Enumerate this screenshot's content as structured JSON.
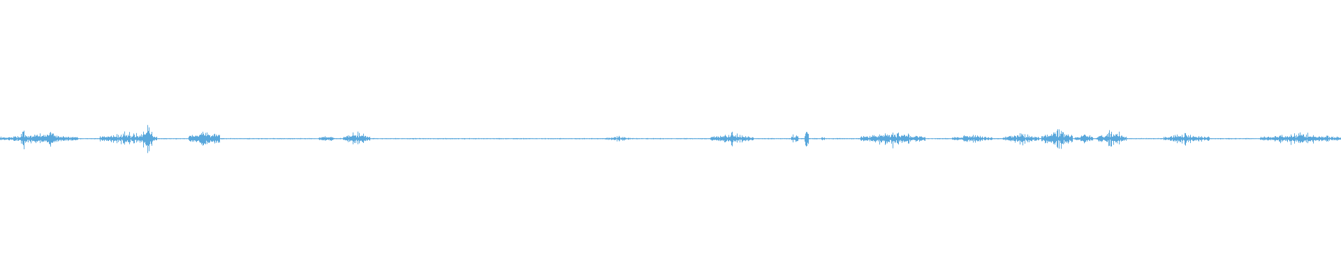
{
  "waveform": {
    "color": "#5aa8dc",
    "background": "#ffffff",
    "centerline_fraction": 0.497,
    "duration_fraction_segments": [
      {
        "start": 0.0,
        "end": 0.058,
        "peak": 0.03,
        "noise": 0.008
      },
      {
        "start": 0.016,
        "end": 0.02,
        "peak": 0.06,
        "noise": 0.02
      },
      {
        "start": 0.036,
        "end": 0.041,
        "peak": 0.06,
        "noise": 0.02
      },
      {
        "start": 0.074,
        "end": 0.117,
        "peak": 0.04,
        "noise": 0.01
      },
      {
        "start": 0.105,
        "end": 0.114,
        "peak": 0.085,
        "noise": 0.02
      },
      {
        "start": 0.141,
        "end": 0.164,
        "peak": 0.06,
        "noise": 0.015
      },
      {
        "start": 0.238,
        "end": 0.249,
        "peak": 0.02,
        "noise": 0.006
      },
      {
        "start": 0.256,
        "end": 0.276,
        "peak": 0.045,
        "noise": 0.01
      },
      {
        "start": 0.45,
        "end": 0.47,
        "peak": 0.015,
        "noise": 0.004
      },
      {
        "start": 0.53,
        "end": 0.562,
        "peak": 0.035,
        "noise": 0.008
      },
      {
        "start": 0.59,
        "end": 0.595,
        "peak": 0.03,
        "noise": 0.008
      },
      {
        "start": 0.6,
        "end": 0.603,
        "peak": 0.09,
        "noise": 0.03
      },
      {
        "start": 0.613,
        "end": 0.615,
        "peak": 0.025,
        "noise": 0.005
      },
      {
        "start": 0.642,
        "end": 0.69,
        "peak": 0.04,
        "noise": 0.01
      },
      {
        "start": 0.71,
        "end": 0.74,
        "peak": 0.025,
        "noise": 0.006
      },
      {
        "start": 0.748,
        "end": 0.775,
        "peak": 0.035,
        "noise": 0.008
      },
      {
        "start": 0.777,
        "end": 0.8,
        "peak": 0.07,
        "noise": 0.015
      },
      {
        "start": 0.802,
        "end": 0.815,
        "peak": 0.03,
        "noise": 0.008
      },
      {
        "start": 0.818,
        "end": 0.84,
        "peak": 0.055,
        "noise": 0.01
      },
      {
        "start": 0.868,
        "end": 0.902,
        "peak": 0.035,
        "noise": 0.008
      },
      {
        "start": 0.94,
        "end": 1.0,
        "peak": 0.035,
        "noise": 0.008
      }
    ]
  }
}
